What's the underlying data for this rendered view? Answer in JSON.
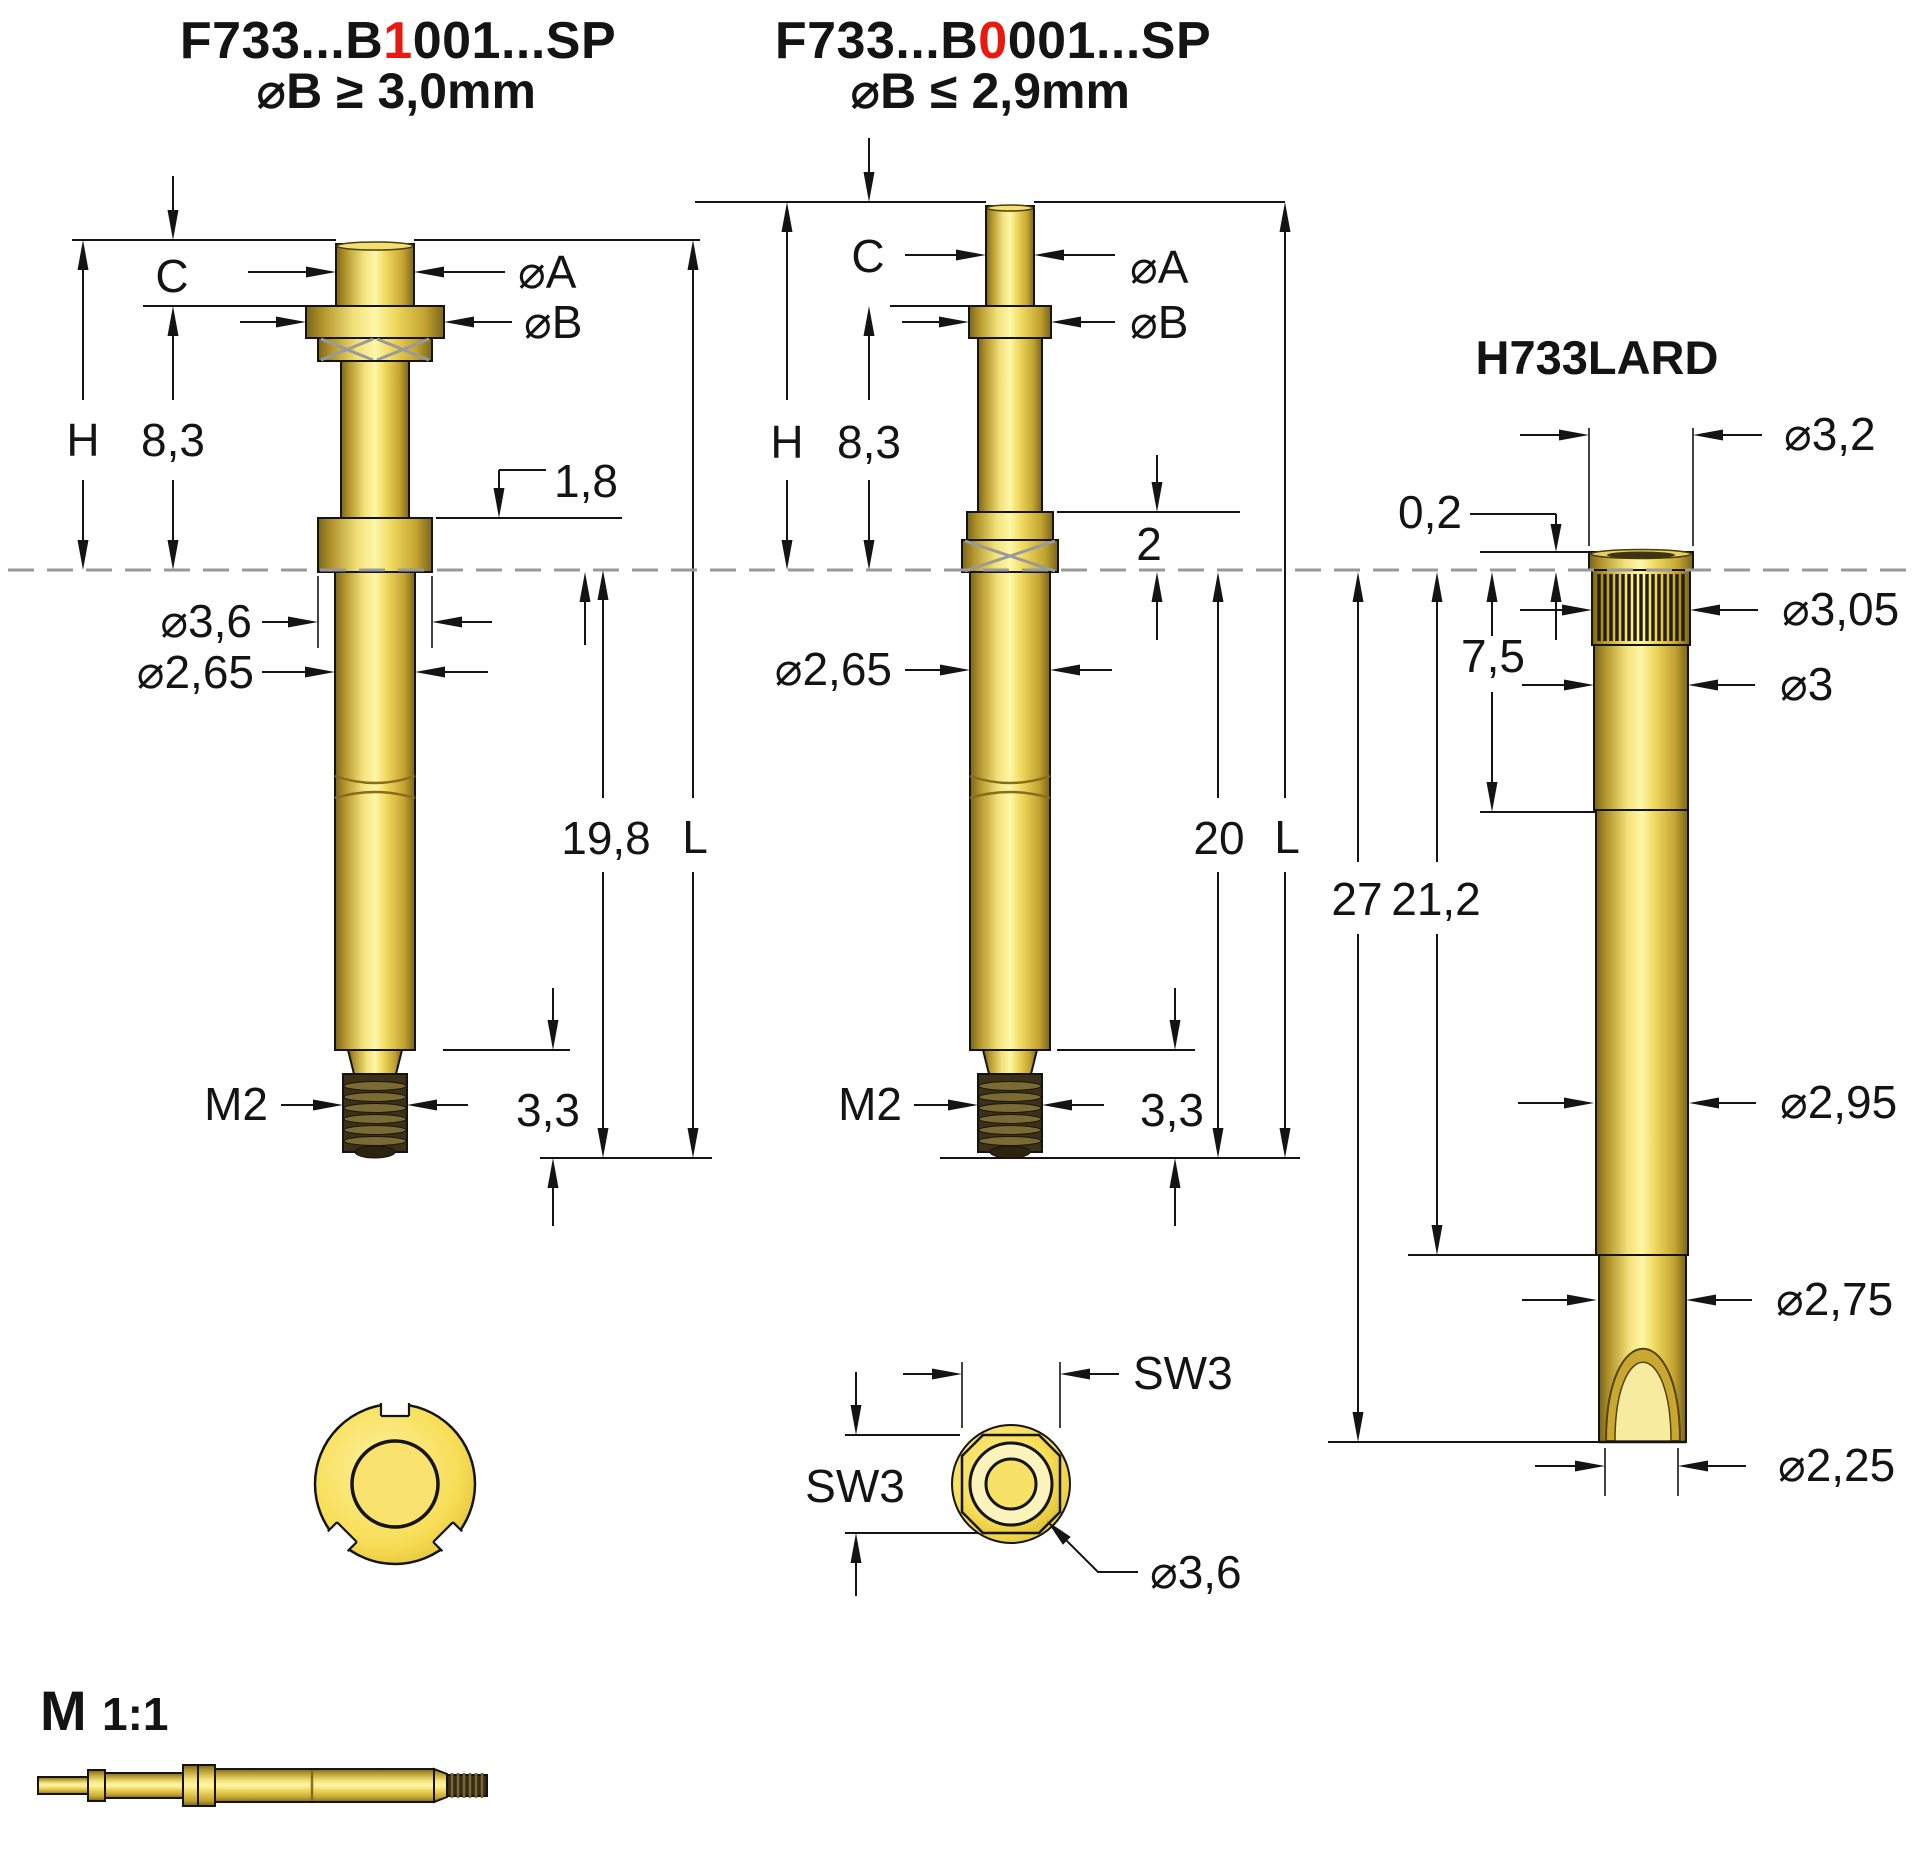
{
  "titles": {
    "left": {
      "prefix": "F733...B",
      "highlight": "1",
      "suffix": "001...SP",
      "condition": "⌀B ≥ 3,0mm"
    },
    "middle": {
      "prefix": "F733...B",
      "highlight": "0",
      "suffix": "001...SP",
      "condition": "⌀B ≤ 2,9mm"
    },
    "receptacle": "H733LARD",
    "scale_label": {
      "letter": "M",
      "ratio": "1:1"
    }
  },
  "left_probe": {
    "dims": {
      "stroke": "C",
      "tip_dia": "⌀A",
      "head_dia": "⌀B",
      "height": "H",
      "above_board": "8,3",
      "flange_height": "1,8",
      "flange_dia": "⌀3,6",
      "barrel_dia": "⌀2,65",
      "below_board": "19,8",
      "total_length": "L",
      "thread": "M2",
      "thread_length": "3,3"
    }
  },
  "middle_probe": {
    "dims": {
      "stroke": "C",
      "tip_dia": "⌀A",
      "head_dia": "⌀B",
      "height": "H",
      "above_board": "8,3",
      "press_ring_height": "2",
      "barrel_dia": "⌀2,65",
      "below_board": "20",
      "total_length": "L",
      "thread": "M2",
      "thread_length": "3,3"
    }
  },
  "receptacle": {
    "dims": {
      "collar_dia": "⌀3,2",
      "collar_height": "0,2",
      "knurl_dia": "⌀3,05",
      "press_dia": "⌀3",
      "press_depth": "7,5",
      "total_depth": "27",
      "body_depth": "21,2",
      "body_dia": "⌀2,95",
      "tip_dia": "⌀2,75",
      "end_dia": "⌀2,25"
    }
  },
  "detail_views": {
    "wrench_flat_v": "SW3",
    "wrench_flat_h": "SW3",
    "head_dia": "⌀3,6"
  },
  "colors": {
    "gold": "#e8c84a",
    "gold_light": "#fdf6a0",
    "gold_dark": "#8a6d1c",
    "highlight_red": "#e8190f",
    "line": "#141414",
    "dashed_line": "#999999",
    "thread_dark": "#322a10"
  }
}
